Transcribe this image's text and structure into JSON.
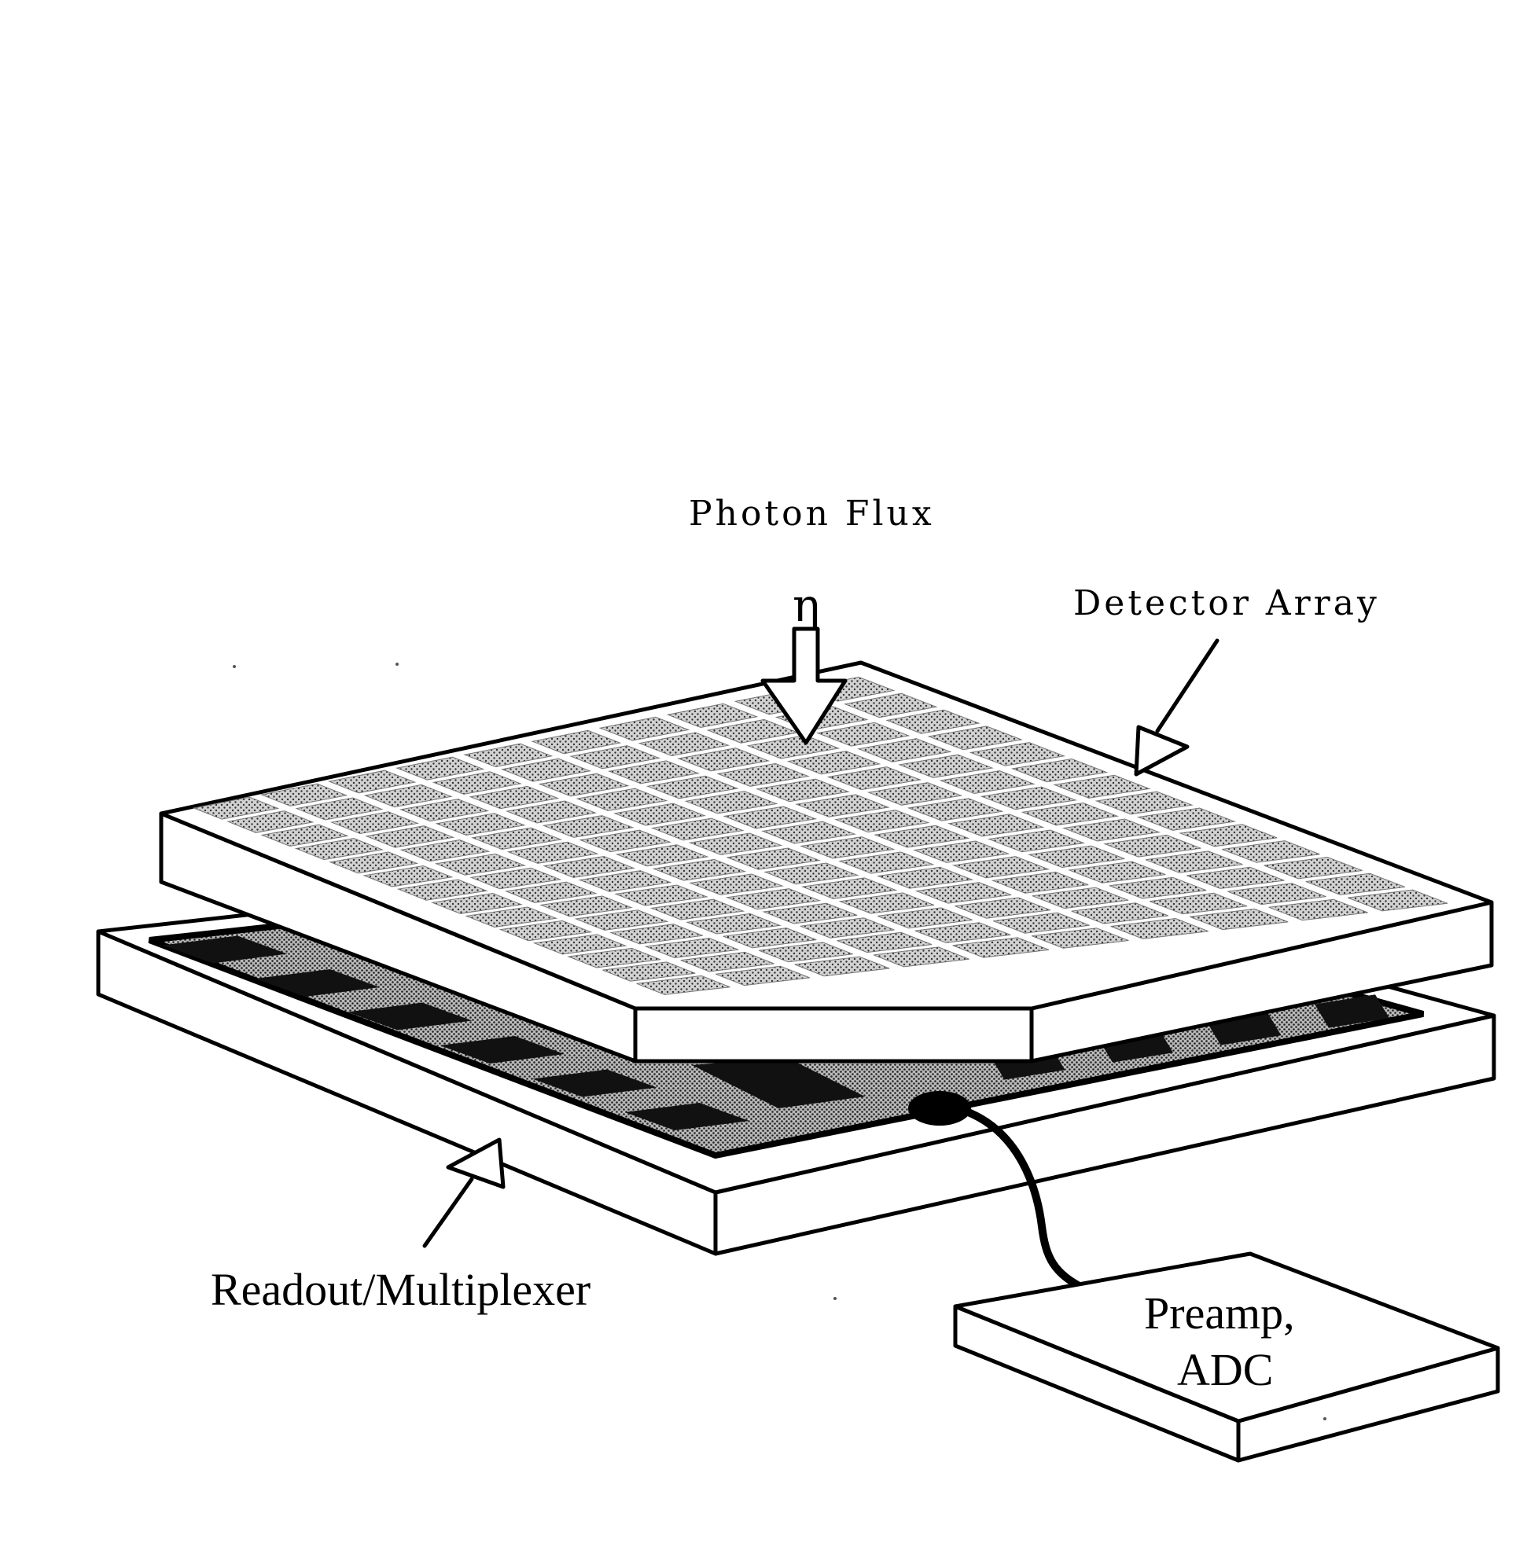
{
  "labels": {
    "photon_flux": "Photon  Flux",
    "symbol": "η",
    "detector_array": "Detector  Array",
    "readout": "Readout/Multiplexer",
    "preamp_line1": "Preamp,",
    "preamp_line2": "ADC"
  },
  "colors": {
    "ink": "#000000",
    "paper": "#ffffff",
    "pixel_fill": "#9a9a9a",
    "readout_fill": "#a8a8a8",
    "readout_dark": "#111111"
  },
  "detector_grid": {
    "rows": 10,
    "cols": 14
  }
}
